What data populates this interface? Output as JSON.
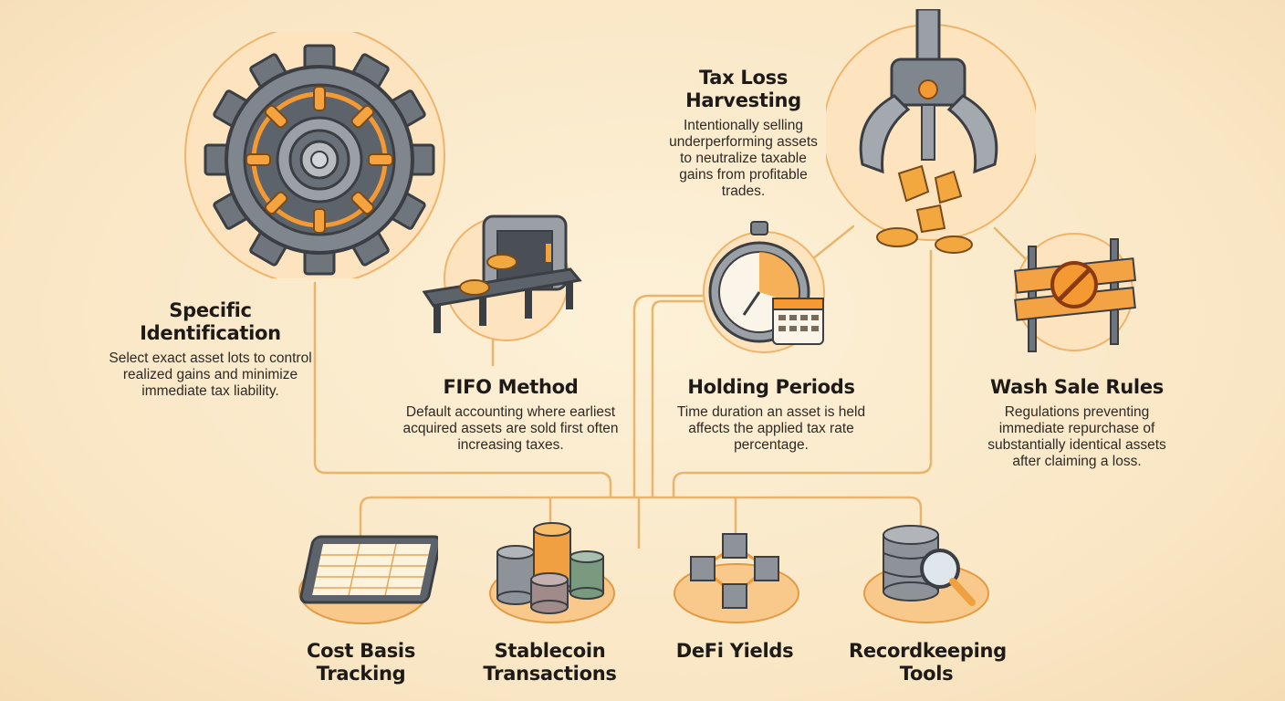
{
  "strategies": [
    {
      "id": "specific",
      "title": "Specific Identification",
      "description": "Select exact asset lots to control realized gains and minimize immediate tax liability.",
      "icon": "gear-vault-icon"
    },
    {
      "id": "fifo",
      "title": "FIFO Method",
      "description": "Default accounting where earliest acquired assets are sold first often increasing taxes.",
      "icon": "conveyor-belt-icon"
    },
    {
      "id": "harvest",
      "title": "Tax Loss Harvesting",
      "description": "Intentionally selling underperforming assets to neutralize taxable gains from profitable trades.",
      "icon": "claw-crushing-coins-icon"
    },
    {
      "id": "holding",
      "title": "Holding Periods",
      "description": "Time duration an asset is held affects the applied tax rate percentage.",
      "icon": "stopwatch-calendar-icon"
    },
    {
      "id": "washsale",
      "title": "Wash Sale Rules",
      "description": "Regulations preventing immediate repurchase of substantially identical assets after claiming a loss.",
      "icon": "barrier-prohibited-icon"
    }
  ],
  "tools": [
    {
      "id": "costbasis",
      "title": "Cost Basis Tracking",
      "icon": "tablet-spreadsheet-icon"
    },
    {
      "id": "stablecoin",
      "title": "Stablecoin Transactions",
      "icon": "coin-stacks-icon"
    },
    {
      "id": "defi",
      "title": "DeFi Yields",
      "icon": "connected-blocks-icon"
    },
    {
      "id": "records",
      "title": "Recordkeeping Tools",
      "icon": "database-magnifier-icon"
    }
  ],
  "colors": {
    "background": "#fbebcd",
    "connector": "#eab46a",
    "accent": "#f0922b",
    "metal": "#8a8f96",
    "ink": "#1d1a17"
  }
}
